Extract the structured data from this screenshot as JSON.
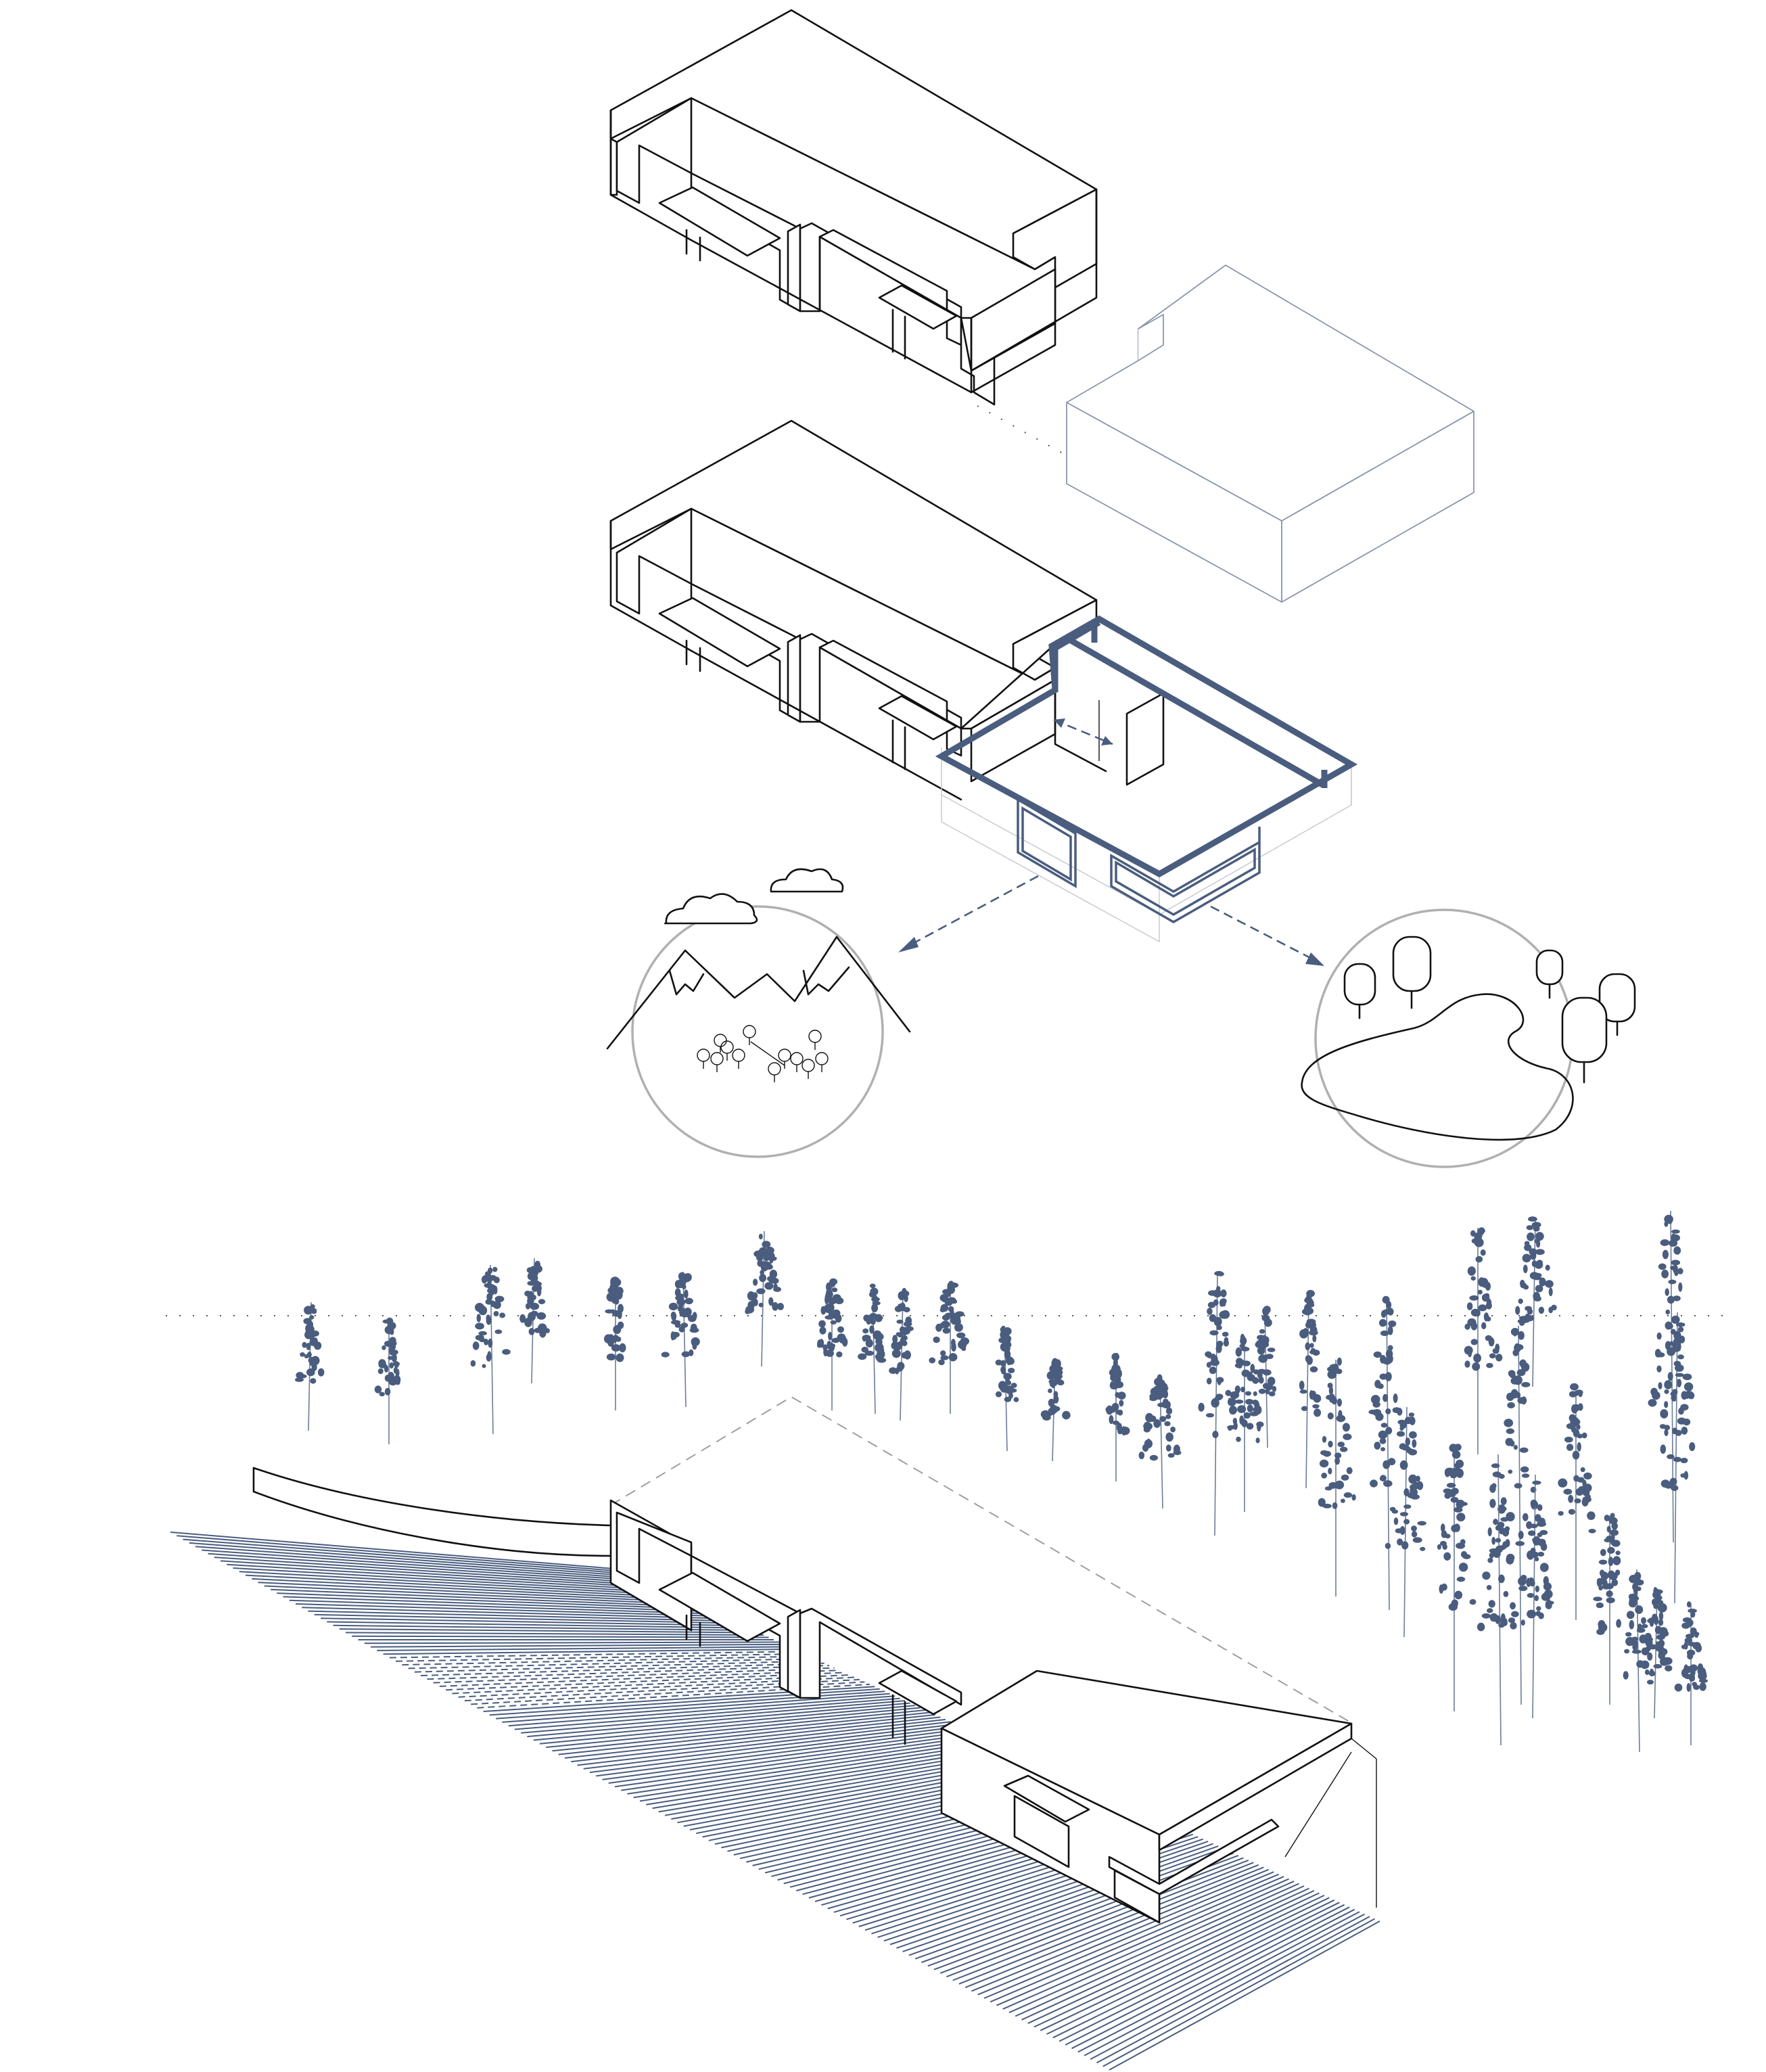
{
  "diagram": {
    "kind": "isometric-architecture-concept",
    "text_labels": [],
    "colors": {
      "ink": "#111111",
      "accent": "#4a5d7e",
      "ghost": "#8a97aa",
      "vignette_ring": "#b0b0b0",
      "background": "#ffffff"
    },
    "stages": [
      {
        "id": "stage-1",
        "description_icon": "house-volume-with-detached-block"
      },
      {
        "id": "stage-2",
        "description_icon": "house-with-highlighted-extension"
      },
      {
        "id": "stage-3",
        "description_icon": "house-in-landscape-with-forest"
      }
    ],
    "views": [
      {
        "id": "mountain-view",
        "icon": "mountain-vignette-icon"
      },
      {
        "id": "lake-view",
        "icon": "lake-vignette-icon"
      }
    ]
  }
}
